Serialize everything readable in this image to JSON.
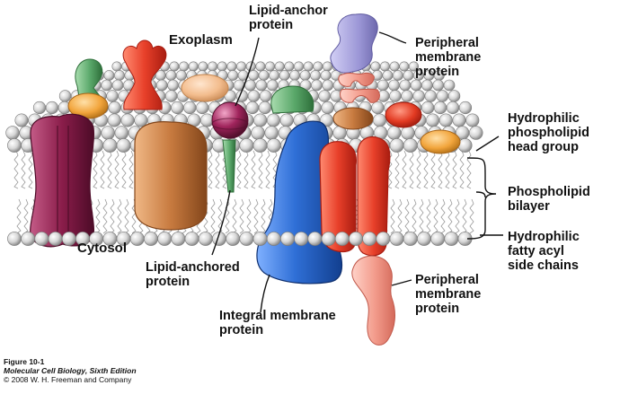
{
  "regions": {
    "exoplasm": "Exoplasm",
    "cytosol": "Cytosol"
  },
  "labels": {
    "lipid_anchor_protein": [
      "Lipid-anchor",
      "protein"
    ],
    "peripheral_top": [
      "Peripheral",
      "membrane",
      "protein"
    ],
    "head_group": [
      "Hydrophilic",
      "phospholipid",
      "head group"
    ],
    "bilayer": [
      "Phospholipid",
      "bilayer"
    ],
    "acyl_chains": [
      "Hydrophilic",
      "fatty acyl",
      "side chains"
    ],
    "lipid_anchored": [
      "Lipid-anchored",
      "protein"
    ],
    "integral": [
      "Integral membrane",
      "protein"
    ],
    "peripheral_bottom": [
      "Peripheral",
      "membrane",
      "protein"
    ]
  },
  "caption": {
    "figure": "Figure 10-1",
    "book": "Molecular Cell Biology, Sixth Edition",
    "copyright": "© 2008 W. H. Freeman and Company"
  },
  "colors": {
    "lipid_head": "#d9d9d9",
    "integral_protein": "#2f6fd6",
    "red_protein": "#e8402a",
    "purple_protein": "#8a1d4a",
    "brown_protein": "#c77a3f",
    "peripheral_top": "#9c97d6",
    "peripheral_bottom": "#f29a8a",
    "green_protein": "#5aa86a",
    "orange_protein": "#f2a53c"
  }
}
